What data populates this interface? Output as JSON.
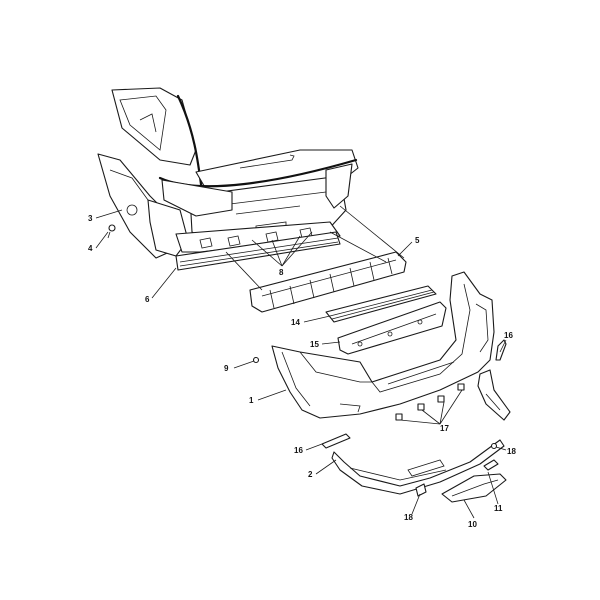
{
  "callouts": {
    "c1": "1",
    "c2": "2",
    "c3": "3",
    "c4": "4",
    "c5": "5",
    "c6": "6",
    "c8": "8",
    "c9": "9",
    "c10": "10",
    "c11": "11",
    "c14": "14",
    "c15": "15",
    "c16a": "16",
    "c16b": "16",
    "c17": "17",
    "c18a": "18",
    "c18b": "18"
  }
}
